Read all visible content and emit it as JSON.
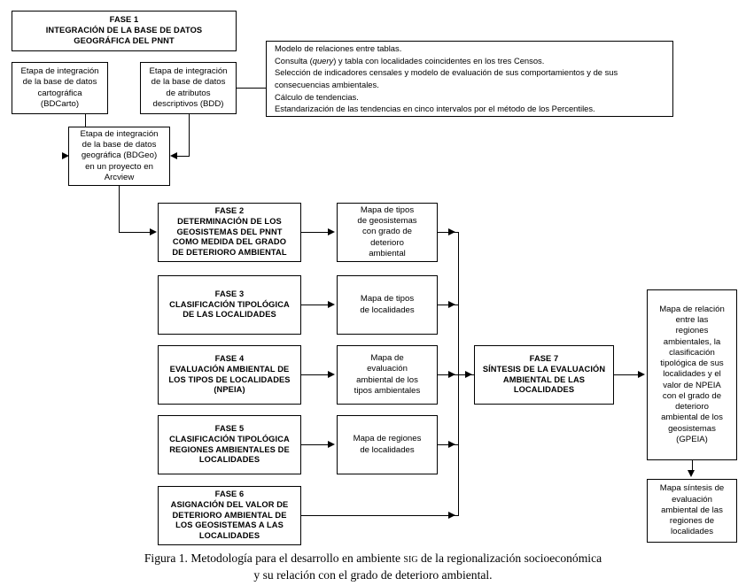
{
  "figure": {
    "caption_line1_pre": "Figura 1. Metodología para el desarrollo en ambiente ",
    "caption_smallcaps": "sig",
    "caption_line1_post": " de la regionalización socioeconómica",
    "caption_line2": "y su relación con el grado de deterioro ambiental."
  },
  "colors": {
    "stroke": "#000000",
    "background": "#ffffff",
    "text": "#000000"
  },
  "boxes": {
    "fase1": "FASE 1\nINTEGRACIÓN DE LA BASE DE DATOS\nGEOGRÁFICA DEL PNNT",
    "bdcarto": "Etapa de integración\nde la base de datos\ncartográfica\n(BDCarto)",
    "bdd": "Etapa de integración\nde la base de datos\nde atributos\ndescriptivos (BDD)",
    "bdgeo": "Etapa de integración\nde la base de datos\ngeográfica (BDGeo)\nen un proyecto en\nArcview",
    "fase2": "FASE 2\nDETERMINACIÓN DE LOS\nGEOSISTEMAS DEL PNNT\nCOMO MEDIDA DEL GRADO\nDE DETERIORO AMBIENTAL",
    "fase3": "FASE 3\nCLASIFICACIÓN TIPOLÓGICA\nDE LAS LOCALIDADES",
    "fase4": "FASE 4\nEVALUACIÓN AMBIENTAL DE\nLOS TIPOS DE LOCALIDADES\n(NPEIA)",
    "fase5": "FASE 5\nCLASIFICACIÓN TIPOLÓGICA\nREGIONES AMBIENTALES DE\nLOCALIDADES",
    "fase6": "FASE 6\nASIGNACIÓN DEL VALOR DE\nDETERIORO AMBIENTAL DE\nLOS GEOSISTEMAS A LAS\nLOCALIDADES",
    "fase7": "FASE 7\nSÍNTESIS DE LA EVALUACIÓN\nAMBIENTAL DE LAS\nLOCALIDADES",
    "mapa_geosistemas": "Mapa de tipos\nde geosistemas\ncon grado de\ndeterioro\nambiental",
    "mapa_tipos_localidades": "Mapa de tipos\nde localidades",
    "mapa_evaluacion": "Mapa de\nevaluación\nambiental de los\ntipos ambientales",
    "mapa_regiones": "Mapa de regiones\nde localidades",
    "mapa_relacion": "Mapa de relación\nentre las\nregiones\nambientales, la\nclasificación\ntipológica de sus\nlocalidades y el\nvalor de NPEIA\ncon el grado de\ndeterioro\nambiental de los\ngeosistemas\n(GPEIA)",
    "mapa_sintesis": "Mapa síntesis de\nevaluación\nambiental de las\nregiones de\nlocalidades"
  },
  "notes": {
    "line1": "Modelo de relaciones entre tablas.",
    "line2_pre": "Consulta (",
    "line2_italic": "query",
    "line2_post": ") y tabla con localidades coincidentes en los tres Censos.",
    "line3": "Selección de indicadores censales y modelo de evaluación de sus comportamientos y de sus",
    "line4": "consecuencias ambientales.",
    "line5": "Cálculo de tendencias.",
    "line6": "Estandarización de las tendencias en cinco intervalos por el método de los Percentiles."
  }
}
